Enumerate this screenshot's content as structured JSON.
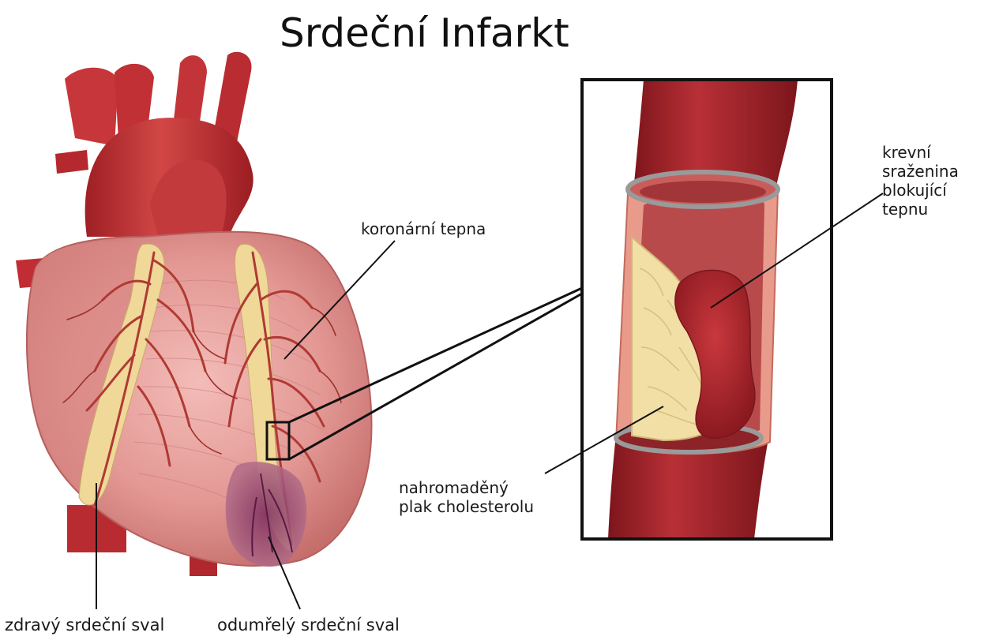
{
  "title": "Srdeční Infarkt",
  "labels": {
    "coronary_artery": "koronární tepna",
    "blood_clot": "krevní\nsraženina\nblokující\ntepnu",
    "plaque": "nahromaděný\nplak cholesterolu",
    "healthy_muscle": "zdravý srdeční sval",
    "dead_muscle": "odumřelý srdeční sval"
  },
  "colors": {
    "artery_red": "#b3262b",
    "heart_pink": "#e8a3a0",
    "plaque_yellow": "#f1dfa6",
    "dead_tissue_purple": "#7d2f5c",
    "line": "#111111"
  }
}
